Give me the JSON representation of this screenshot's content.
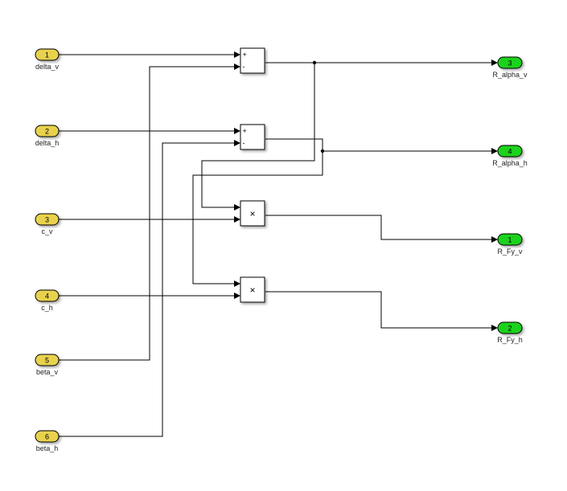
{
  "diagram": {
    "type": "simulink-subsystem",
    "inports": [
      {
        "id": "in1",
        "number": "1",
        "name": "delta_v"
      },
      {
        "id": "in2",
        "number": "2",
        "name": "delta_h"
      },
      {
        "id": "in3",
        "number": "3",
        "name": "c_v"
      },
      {
        "id": "in4",
        "number": "4",
        "name": "c_h"
      },
      {
        "id": "in5",
        "number": "5",
        "name": "beta_v"
      },
      {
        "id": "in6",
        "number": "6",
        "name": "beta_h"
      }
    ],
    "outports": [
      {
        "id": "out3",
        "number": "3",
        "name": "R_alpha_v"
      },
      {
        "id": "out4",
        "number": "4",
        "name": "R_alpha_h"
      },
      {
        "id": "out1",
        "number": "1",
        "name": "R_Fy_v"
      },
      {
        "id": "out2",
        "number": "2",
        "name": "R_Fy_h"
      }
    ],
    "blocks": [
      {
        "id": "sum1",
        "type": "sum",
        "signs": [
          "+",
          "-"
        ]
      },
      {
        "id": "sum2",
        "type": "sum",
        "signs": [
          "+",
          "-"
        ]
      },
      {
        "id": "prod1",
        "type": "product",
        "symbol": "×"
      },
      {
        "id": "prod2",
        "type": "product",
        "symbol": "×"
      }
    ],
    "connections": [
      {
        "from": "in1",
        "to": "sum1.+"
      },
      {
        "from": "in5",
        "to": "sum1.-"
      },
      {
        "from": "in2",
        "to": "sum2.+"
      },
      {
        "from": "in6",
        "to": "sum2.-"
      },
      {
        "from": "sum1",
        "to": "out3"
      },
      {
        "from": "sum1",
        "to": "prod1.in1"
      },
      {
        "from": "in3",
        "to": "prod1.in2"
      },
      {
        "from": "sum2",
        "to": "out4"
      },
      {
        "from": "sum2",
        "to": "prod2.in1"
      },
      {
        "from": "in4",
        "to": "prod2.in2"
      },
      {
        "from": "prod1",
        "to": "out1"
      },
      {
        "from": "prod2",
        "to": "out2"
      }
    ],
    "colors": {
      "inport_fill": "#e8d24e",
      "outport_fill": "#1fd21f",
      "wire": "#000000",
      "block_fill": "#ffffff"
    }
  }
}
